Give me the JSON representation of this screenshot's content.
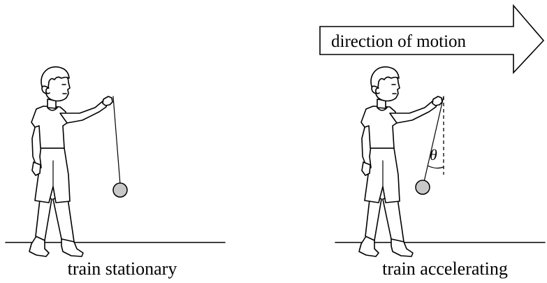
{
  "arrow_label": "direction of motion",
  "caption_left": "train stationary",
  "caption_right": "train accelerating",
  "angle_label": "θ",
  "colors": {
    "line": "#000000",
    "bob": "#c8c8c8",
    "background": "#ffffff"
  }
}
